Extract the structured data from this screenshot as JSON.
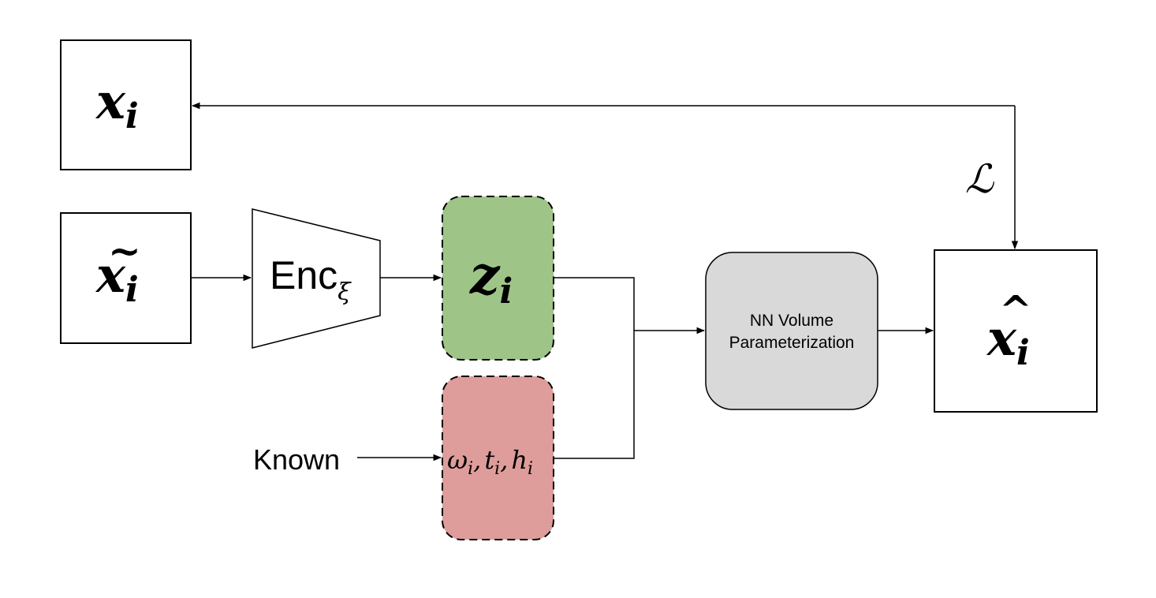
{
  "nodes": {
    "x_i": {
      "base": "x",
      "sub": "i"
    },
    "x_tilde_i": {
      "base": "x",
      "sub": "i",
      "accent": "~"
    },
    "encoder": {
      "base": "Enc",
      "sub": "ξ"
    },
    "z_i": {
      "base": "z",
      "sub": "i"
    },
    "pose": {
      "w": "ω",
      "t": "t",
      "h": "h",
      "sub": "i",
      "sep": ","
    },
    "nn": {
      "line1": "NN Volume",
      "line2": "Parameterization"
    },
    "x_hat_i": {
      "base": "x",
      "sub": "i",
      "accent": "^"
    }
  },
  "labels": {
    "known": "Known",
    "loss": "ℒ"
  },
  "colors": {
    "latent_fill": "#9fc488",
    "known_fill": "#de9d9b",
    "nn_fill": "#d9d9d9",
    "stroke": "#000000"
  }
}
